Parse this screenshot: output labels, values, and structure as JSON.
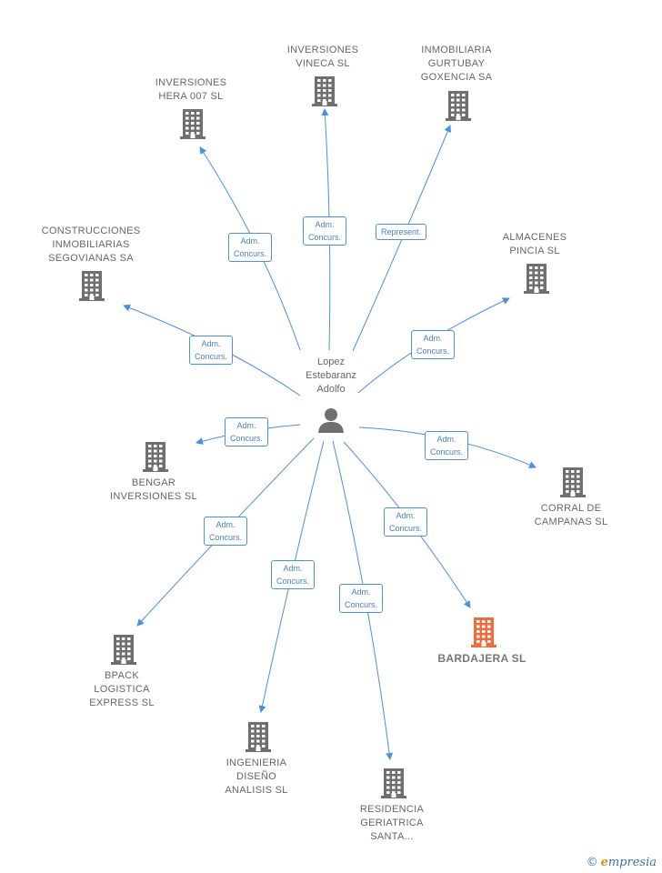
{
  "center": {
    "lines": [
      "Lopez",
      "Estebaranz",
      "Adolfo"
    ]
  },
  "nodes": [
    {
      "id": "inversiones-vineca",
      "lines": [
        "INVERSIONES",
        "VINECA SL"
      ],
      "highlight": false
    },
    {
      "id": "inmobiliaria-gurtubay",
      "lines": [
        "INMOBILIARIA",
        "GURTUBAY",
        "GOXENCIA SA"
      ],
      "highlight": false
    },
    {
      "id": "inversiones-hera",
      "lines": [
        "INVERSIONES",
        "HERA 007 SL"
      ],
      "highlight": false
    },
    {
      "id": "construcciones-segovianas",
      "lines": [
        "CONSTRUCCIONES",
        "INMOBILIARIAS",
        "SEGOVIANAS SA"
      ],
      "highlight": false
    },
    {
      "id": "almacenes-pincia",
      "lines": [
        "ALMACENES",
        "PINCIA SL"
      ],
      "highlight": false
    },
    {
      "id": "bengar-inversiones",
      "lines": [
        "BENGAR",
        "INVERSIONES SL"
      ],
      "highlight": false
    },
    {
      "id": "corral-de-campanas",
      "lines": [
        "CORRAL DE",
        "CAMPANAS SL"
      ],
      "highlight": false
    },
    {
      "id": "bardajera",
      "lines": [
        "BARDAJERA SL"
      ],
      "highlight": true
    },
    {
      "id": "bpack-logistica",
      "lines": [
        "BPACK",
        "LOGISTICA",
        "EXPRESS SL"
      ],
      "highlight": false
    },
    {
      "id": "ingenieria-diseno",
      "lines": [
        "INGENIERIA",
        "DISEÑO",
        "ANALISIS SL"
      ],
      "highlight": false
    },
    {
      "id": "residencia-geriatrica",
      "lines": [
        "RESIDENCIA",
        "GERIATRICA",
        "SANTA..."
      ],
      "highlight": false
    }
  ],
  "edges": [
    {
      "to": "inversiones-hera",
      "lines": [
        "Adm.",
        "Concurs."
      ]
    },
    {
      "to": "inversiones-vineca",
      "lines": [
        "Adm.",
        "Concurs."
      ]
    },
    {
      "to": "inmobiliaria-gurtubay",
      "lines": [
        "Represent."
      ]
    },
    {
      "to": "construcciones-segovianas",
      "lines": [
        "Adm.",
        "Concurs."
      ]
    },
    {
      "to": "almacenes-pincia",
      "lines": [
        "Adm.",
        "Concurs."
      ]
    },
    {
      "to": "bengar-inversiones",
      "lines": [
        "Adm.",
        "Concurs."
      ]
    },
    {
      "to": "corral-de-campanas",
      "lines": [
        "Adm.",
        "Concurs."
      ]
    },
    {
      "to": "bardajera",
      "lines": [
        "Adm.",
        "Concurs."
      ]
    },
    {
      "to": "bpack-logistica",
      "lines": [
        "Adm.",
        "Concurs."
      ]
    },
    {
      "to": "ingenieria-diseno",
      "lines": [
        "Adm.",
        "Concurs."
      ]
    },
    {
      "to": "residencia-geriatrica",
      "lines": [
        "Adm.",
        "Concurs."
      ]
    }
  ],
  "colors": {
    "edge": "#4a90e2",
    "building": "#6f6f6f",
    "building_highlight": "#f26b3a",
    "person": "#6f6f6f"
  },
  "footer": {
    "copyright": "©",
    "brand_initial": "e",
    "brand_rest": "mpresia"
  }
}
